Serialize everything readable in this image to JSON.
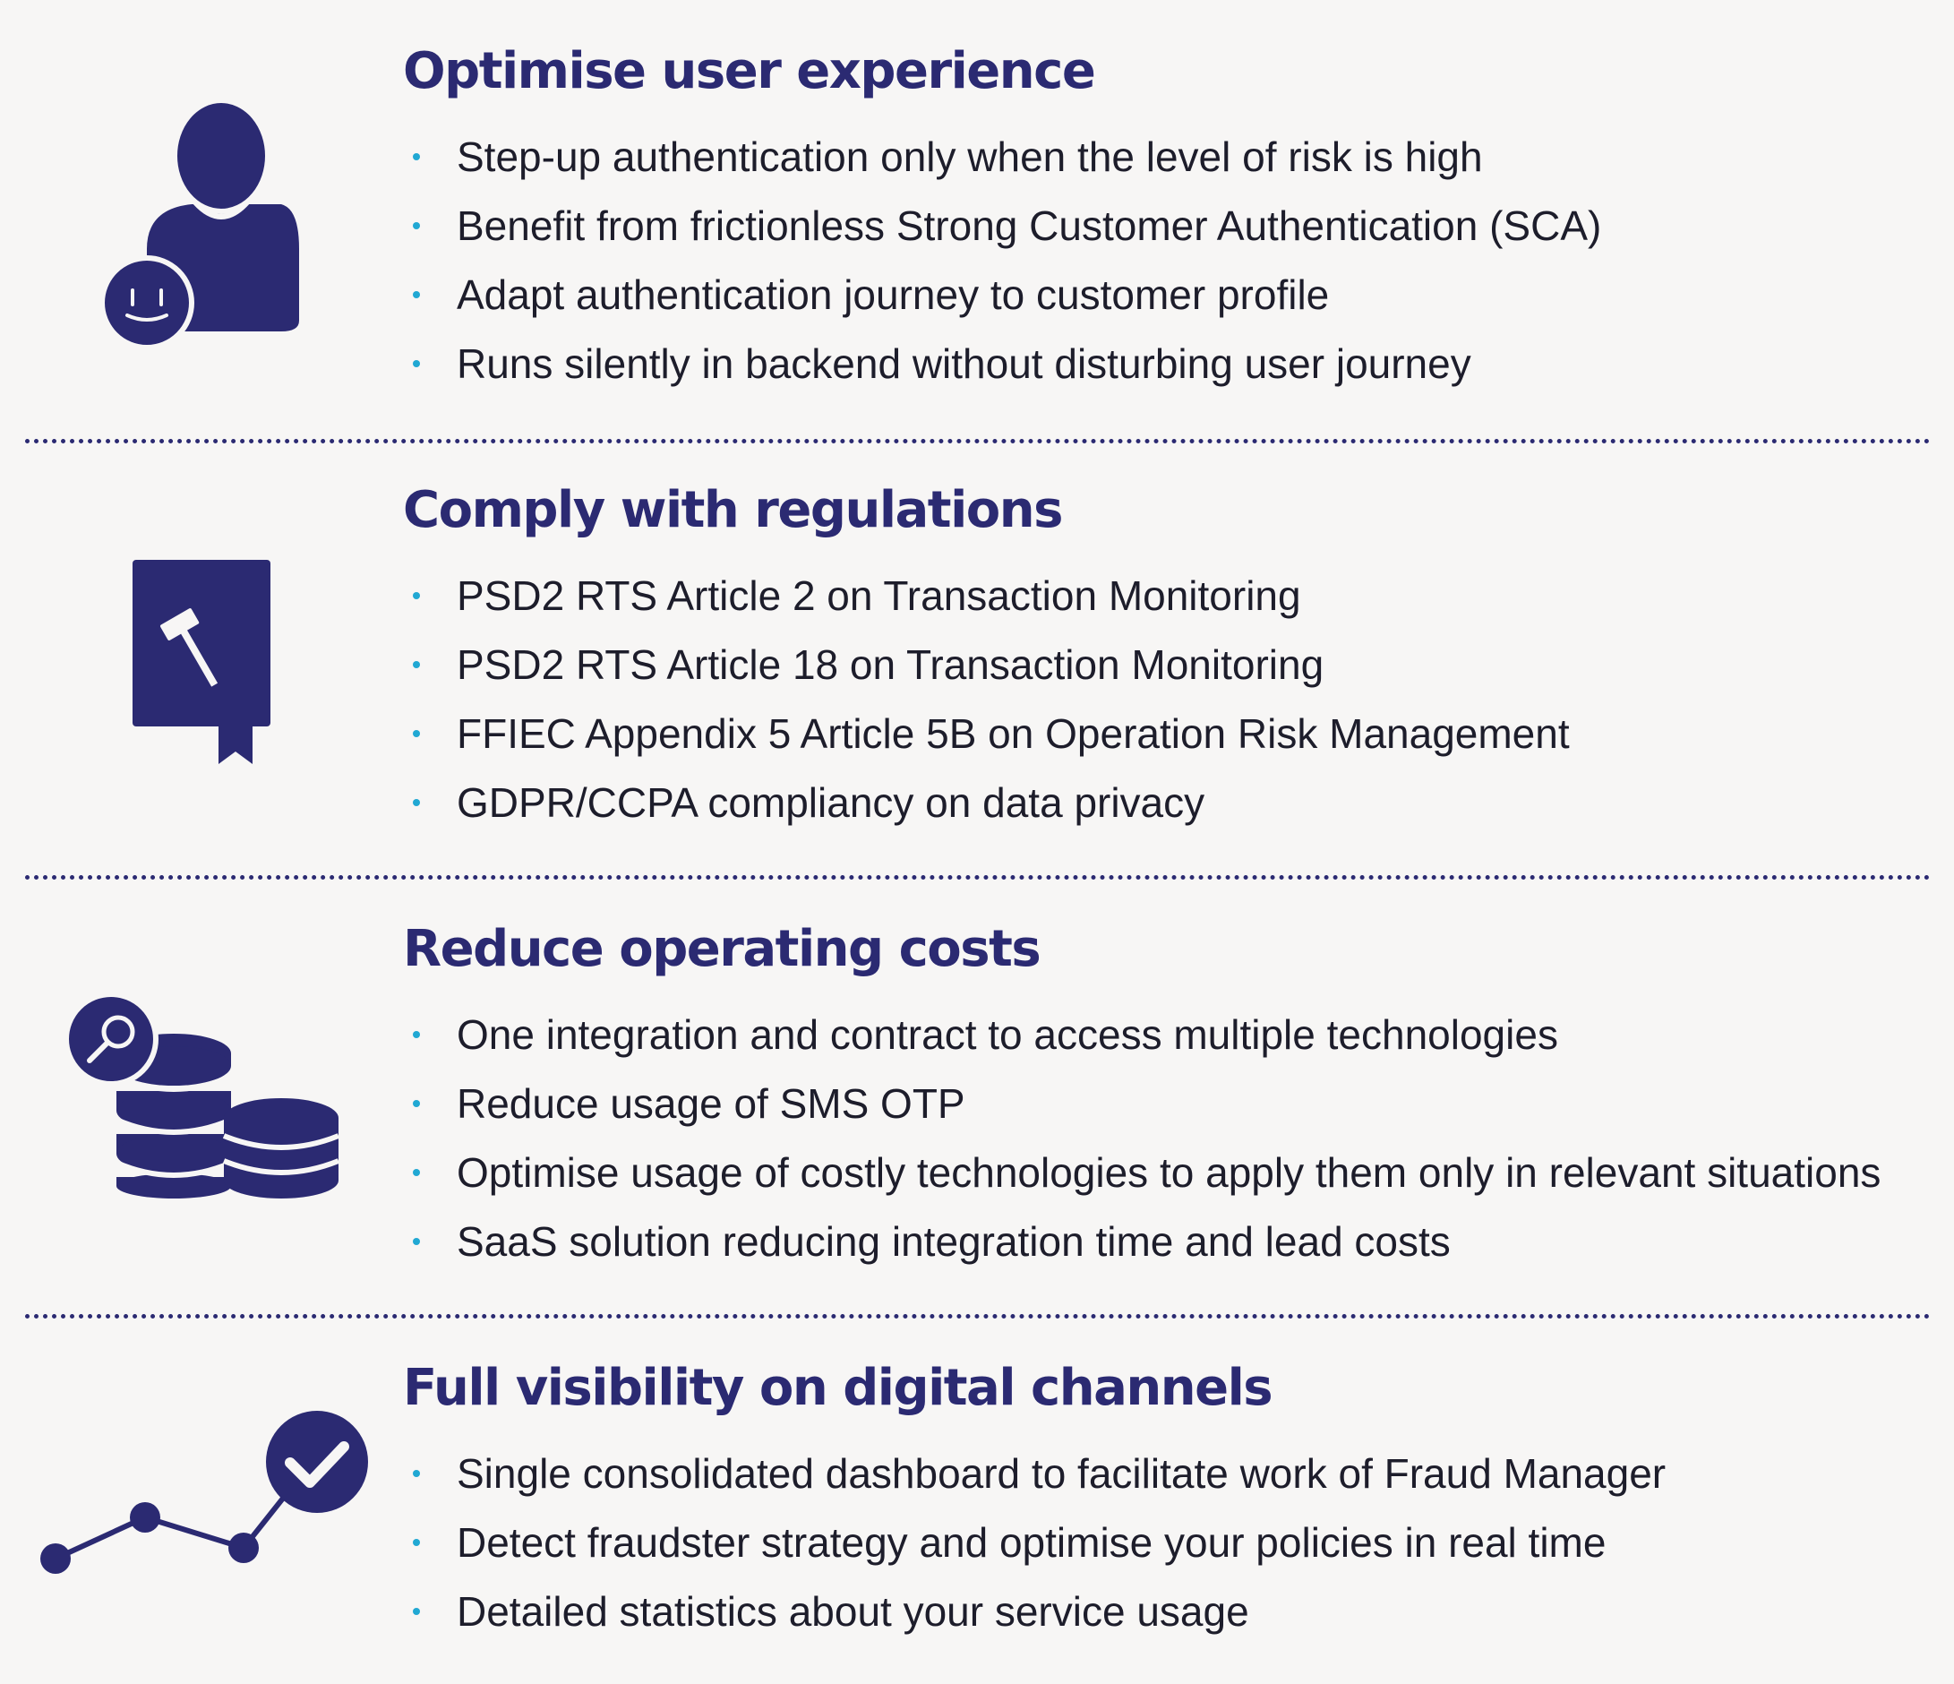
{
  "colors": {
    "background": "#f7f6f5",
    "heading": "#2b2a72",
    "icon": "#2b2a72",
    "bullet": "#21a8d3",
    "text": "#1d1d2b"
  },
  "sections": [
    {
      "icon": "user-smiley-icon",
      "title": "Optimise user experience",
      "items": [
        "Step-up authentication only when the level of risk is high",
        "Benefit from frictionless Strong Customer Authentication (SCA)",
        "Adapt authentication journey to customer profile",
        "Runs silently in backend without disturbing user journey"
      ]
    },
    {
      "icon": "law-book-gavel-icon",
      "title": "Comply with regulations",
      "items": [
        "PSD2 RTS Article 2 on Transaction Monitoring",
        "PSD2 RTS Article 18 on Transaction Monitoring",
        "FFIEC Appendix 5 Article 5B on Operation Risk Management",
        "GDPR/CCPA compliancy on data privacy"
      ]
    },
    {
      "icon": "coins-magnifier-icon",
      "title": "Reduce operating costs",
      "items": [
        "One integration and contract to access multiple technologies",
        "Reduce usage of SMS OTP",
        "Optimise usage of costly technologies to apply them only in relevant situations",
        "SaaS solution reducing integration time and lead costs"
      ]
    },
    {
      "icon": "chart-checkmark-icon",
      "title": "Full visibility on digital channels",
      "items": [
        "Single consolidated dashboard to facilitate work of Fraud Manager",
        "Detect fraudster strategy and optimise your policies in real time",
        "Detailed statistics about your service usage"
      ]
    }
  ]
}
